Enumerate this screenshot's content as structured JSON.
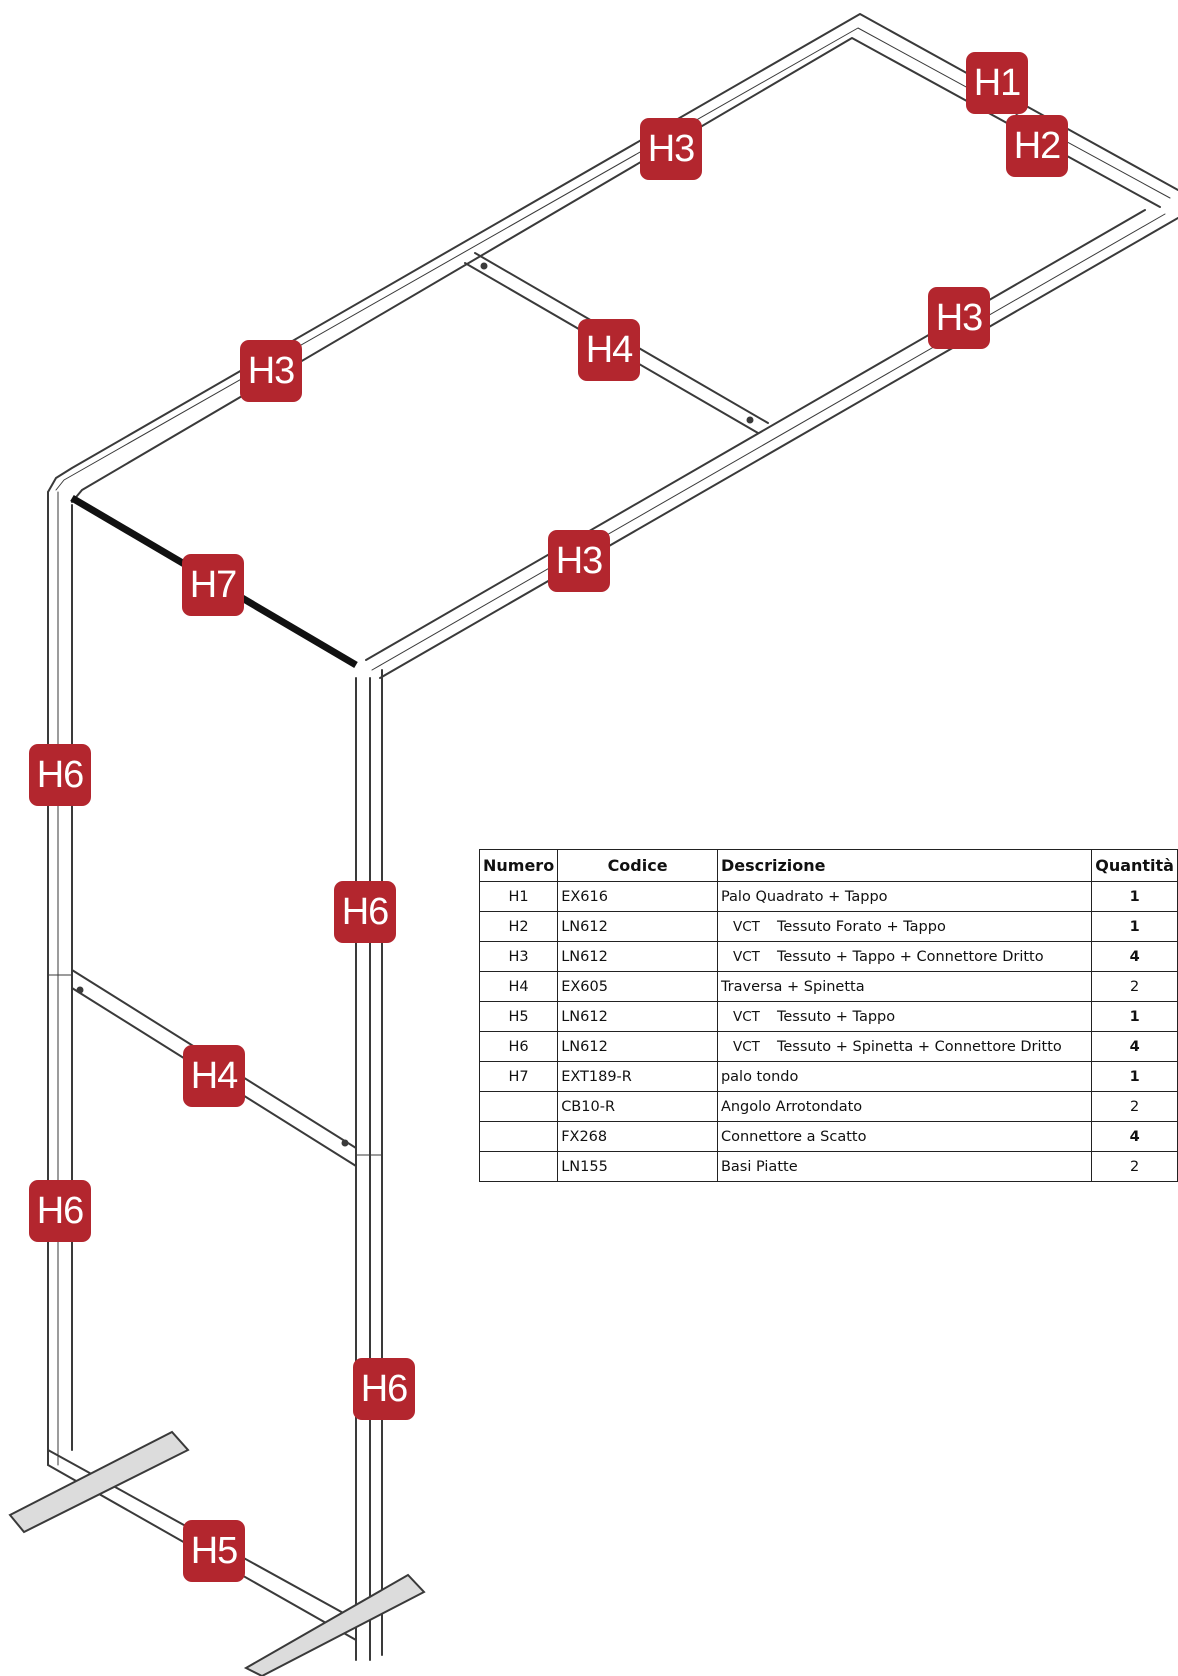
{
  "labels": {
    "h1": "H1",
    "h2": "H2",
    "h3a": "H3",
    "h3b": "H3",
    "h3c": "H3",
    "h3d": "H3",
    "h4a": "H4",
    "h4b": "H4",
    "h5": "H5",
    "h6a": "H6",
    "h6b": "H6",
    "h6c": "H6",
    "h6d": "H6",
    "h7": "H7"
  },
  "colors": {
    "badge": "#b3262e",
    "frame_stroke": "#3a3a3a",
    "frame_fill": "#e6e6e6"
  },
  "table": {
    "headers": [
      "Numero",
      "Codice",
      "Descrizione",
      "Quantità"
    ],
    "rows": [
      {
        "numero": "H1",
        "codice": "EX616",
        "prefix": "",
        "descrizione": "Palo Quadrato + Tappo",
        "quantita": "1"
      },
      {
        "numero": "H2",
        "codice": "LN612",
        "prefix": "VCT",
        "descrizione": "Tessuto Forato + Tappo",
        "quantita": "1"
      },
      {
        "numero": "H3",
        "codice": "LN612",
        "prefix": "VCT",
        "descrizione": "Tessuto + Tappo + Connettore Dritto",
        "quantita": "4"
      },
      {
        "numero": "H4",
        "codice": "EX605",
        "prefix": "",
        "descrizione": "Traversa + Spinetta",
        "quantita": "2"
      },
      {
        "numero": "H5",
        "codice": "LN612",
        "prefix": "VCT",
        "descrizione": "Tessuto + Tappo",
        "quantita": "1"
      },
      {
        "numero": "H6",
        "codice": "LN612",
        "prefix": "VCT",
        "descrizione": "Tessuto + Spinetta + Connettore Dritto",
        "quantita": "4"
      },
      {
        "numero": "H7",
        "codice": "EXT189-R",
        "prefix": "",
        "descrizione": "palo tondo",
        "quantita": "1"
      },
      {
        "numero": "",
        "codice": "CB10-R",
        "prefix": "",
        "descrizione": "Angolo Arrotondato",
        "quantita": "2"
      },
      {
        "numero": "",
        "codice": "FX268",
        "prefix": "",
        "descrizione": "Connettore a Scatto",
        "quantita": "4"
      },
      {
        "numero": "",
        "codice": "LN155",
        "prefix": "",
        "descrizione": "Basi Piatte",
        "quantita": "2"
      }
    ]
  }
}
